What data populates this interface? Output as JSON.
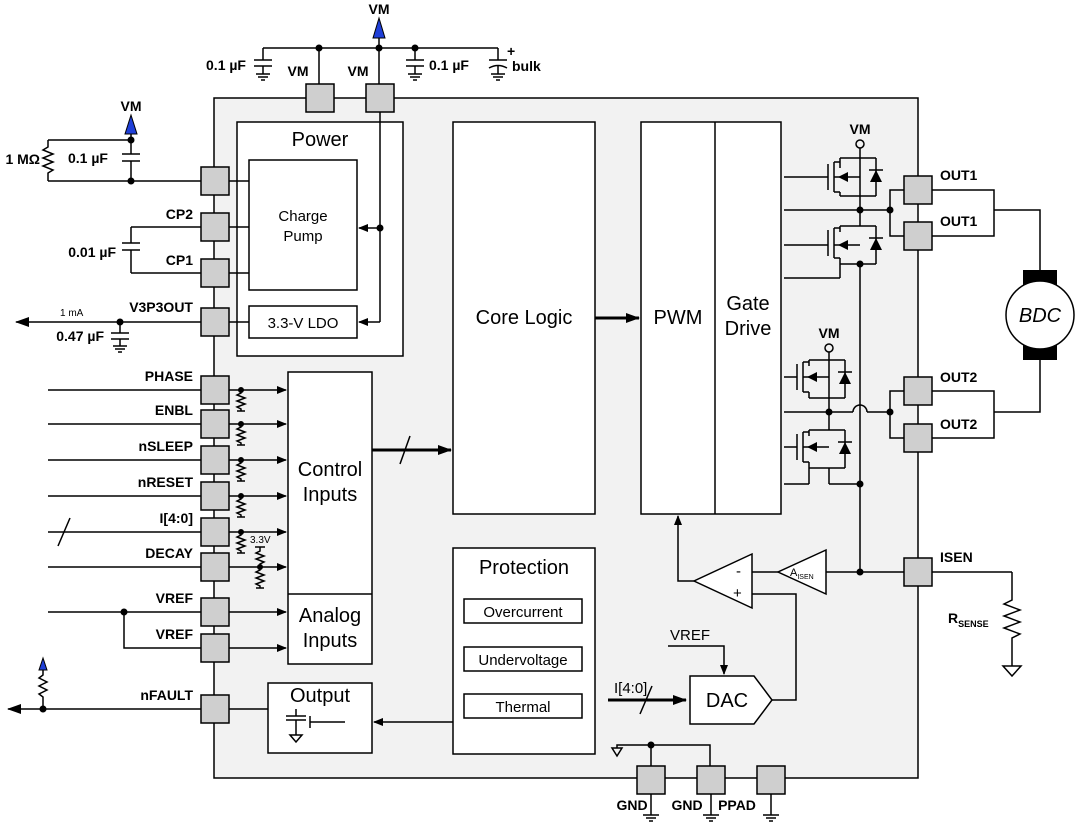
{
  "supply": {
    "vm": "VM",
    "cap_left": "0.1 µF",
    "cap_right": "0.1 µF",
    "bulk": "bulk",
    "bulk_plus": "+"
  },
  "left_pins": {
    "res": "1 MΩ",
    "cap": "0.1 µF",
    "cp2": "CP2",
    "cp1": "CP1",
    "cp_cap": "0.01 µF",
    "ldo_current": "1 mA",
    "v3p3out": "V3P3OUT",
    "ldo_cap": "0.47 µF",
    "phase": "PHASE",
    "enbl": "ENBL",
    "nsleep": "nSLEEP",
    "nreset": "nRESET",
    "i40": "I[4:0]",
    "decay": "DECAY",
    "vref1": "VREF",
    "vref2": "VREF",
    "nfault": "nFAULT",
    "pullup_33": "3.3V"
  },
  "blocks": {
    "power": "Power",
    "charge_pump_1": "Charge",
    "charge_pump_2": "Pump",
    "ldo": "3.3-V LDO",
    "core_logic": "Core Logic",
    "control_1": "Control",
    "control_2": "Inputs",
    "analog_1": "Analog",
    "analog_2": "Inputs",
    "protection": "Protection",
    "overcurrent": "Overcurrent",
    "undervoltage": "Undervoltage",
    "thermal": "Thermal",
    "output": "Output",
    "pwm": "PWM",
    "gate_1": "Gate",
    "gate_2": "Drive",
    "dac": "DAC",
    "dac_vref": "VREF",
    "dac_in": "I[4:0]",
    "comp_minus": "-",
    "comp_plus": "+",
    "amp_label": "A",
    "amp_sub": "ISEN"
  },
  "right_pins": {
    "vm_top": "VM",
    "vm_bottom": "VM",
    "out1a": "OUT1",
    "out1b": "OUT1",
    "out2a": "OUT2",
    "out2b": "OUT2",
    "isen": "ISEN",
    "rsense": "R",
    "rsense_sub": "SENSE",
    "motor": "BDC"
  },
  "bottom_pins": {
    "gnd1": "GND",
    "gnd2": "GND",
    "ppad": "PPAD"
  }
}
